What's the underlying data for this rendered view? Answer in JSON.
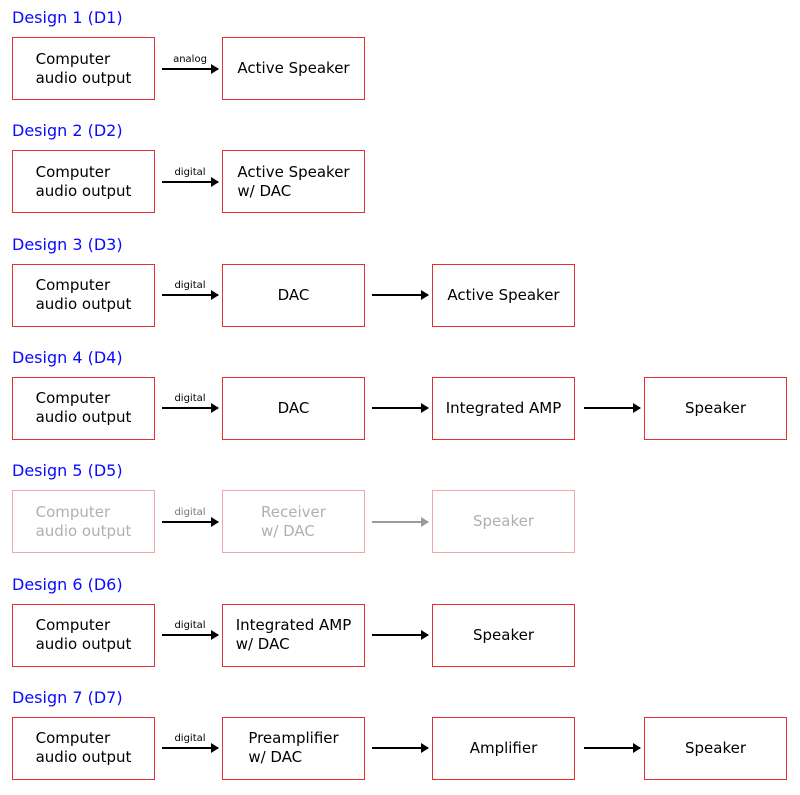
{
  "designs": [
    {
      "title": "Design 1 (D1)",
      "boxes": [
        {
          "lines": [
            "Computer",
            "audio output"
          ]
        },
        {
          "lines": [
            "Active Speaker"
          ]
        }
      ],
      "arrows": [
        {
          "label": "analog"
        }
      ]
    },
    {
      "title": "Design 2 (D2)",
      "boxes": [
        {
          "lines": [
            "Computer",
            "audio output"
          ]
        },
        {
          "lines": [
            "Active Speaker",
            "w/ DAC"
          ]
        }
      ],
      "arrows": [
        {
          "label": "digital"
        }
      ]
    },
    {
      "title": "Design 3 (D3)",
      "boxes": [
        {
          "lines": [
            "Computer",
            "audio output"
          ]
        },
        {
          "lines": [
            "DAC"
          ]
        },
        {
          "lines": [
            "Active Speaker"
          ]
        }
      ],
      "arrows": [
        {
          "label": "digital"
        },
        {
          "label": ""
        }
      ]
    },
    {
      "title": "Design 4 (D4)",
      "boxes": [
        {
          "lines": [
            "Computer",
            "audio output"
          ]
        },
        {
          "lines": [
            "DAC"
          ]
        },
        {
          "lines": [
            "Integrated AMP"
          ]
        },
        {
          "lines": [
            "Speaker"
          ]
        }
      ],
      "arrows": [
        {
          "label": "digital"
        },
        {
          "label": ""
        },
        {
          "label": ""
        }
      ]
    },
    {
      "title": "Design 5 (D5)",
      "faded": true,
      "boxes": [
        {
          "lines": [
            "Computer",
            "audio output"
          ]
        },
        {
          "lines": [
            "Receiver",
            "w/ DAC"
          ]
        },
        {
          "lines": [
            "Speaker"
          ]
        }
      ],
      "arrows": [
        {
          "label": "digital"
        },
        {
          "label": ""
        }
      ]
    },
    {
      "title": "Design 6 (D6)",
      "boxes": [
        {
          "lines": [
            "Computer",
            "audio output"
          ]
        },
        {
          "lines": [
            "Integrated AMP",
            "w/ DAC"
          ]
        },
        {
          "lines": [
            "Speaker"
          ]
        }
      ],
      "arrows": [
        {
          "label": "digital"
        },
        {
          "label": ""
        }
      ]
    },
    {
      "title": "Design 7 (D7)",
      "boxes": [
        {
          "lines": [
            "Computer",
            "audio output"
          ]
        },
        {
          "lines": [
            "Preamplifier",
            "w/ DAC"
          ]
        },
        {
          "lines": [
            "Amplifier"
          ]
        },
        {
          "lines": [
            "Speaker"
          ]
        }
      ],
      "arrows": [
        {
          "label": "digital"
        },
        {
          "label": ""
        },
        {
          "label": ""
        }
      ]
    }
  ],
  "colors": {
    "title": "#0a0aff",
    "box_border": "#e43030",
    "arrow": "#000000"
  }
}
